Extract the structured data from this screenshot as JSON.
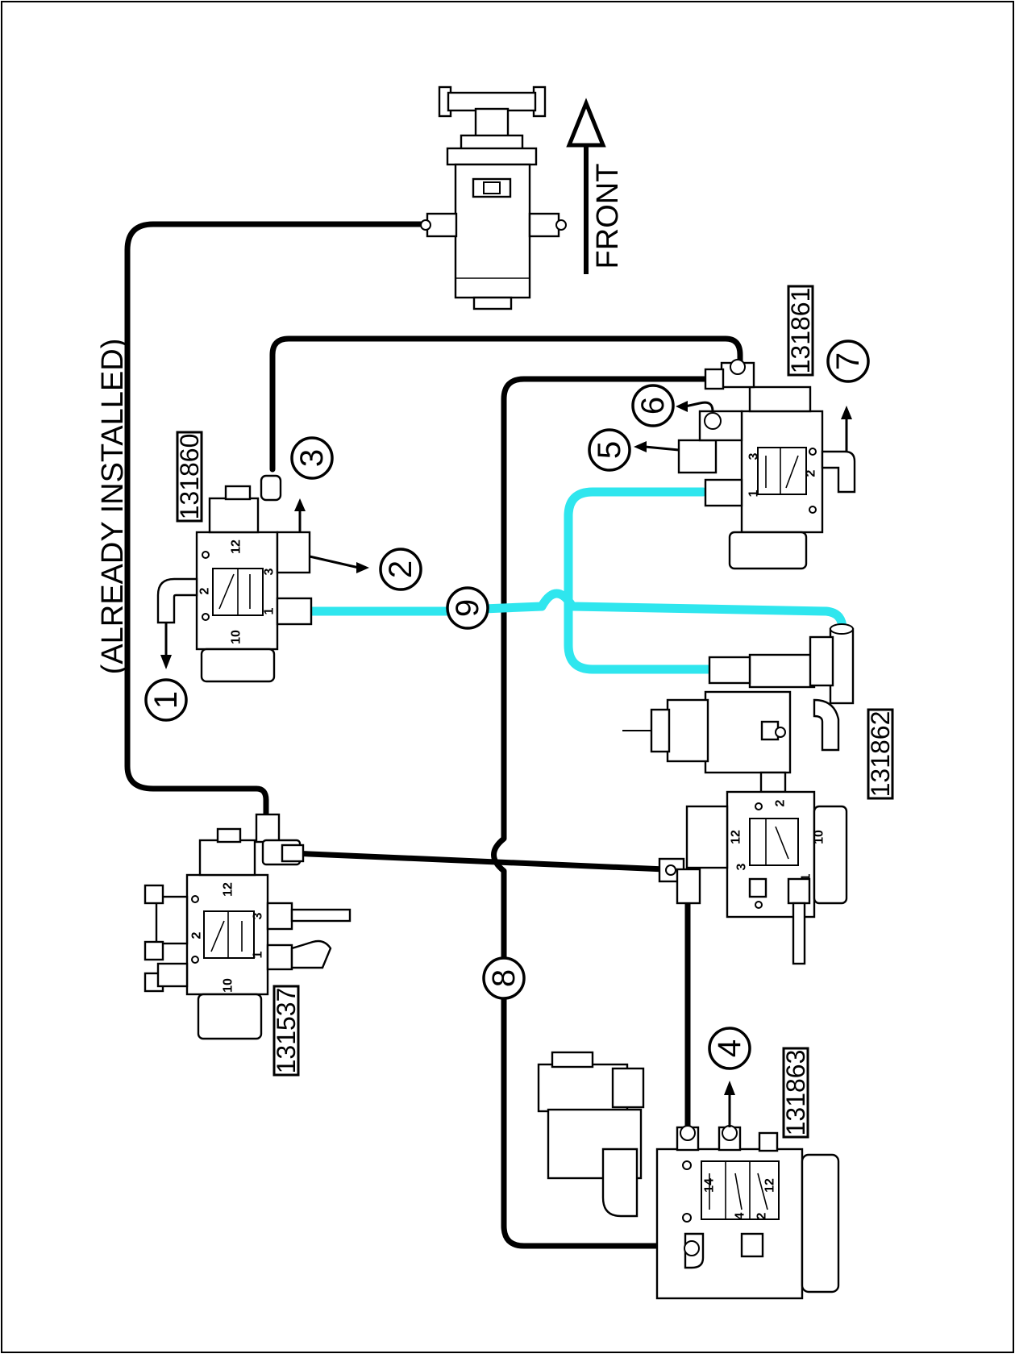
{
  "labels": {
    "already_installed": "(ALREADY INSTALLED)",
    "front": "FRONT"
  },
  "part_numbers": {
    "p131860": "131860",
    "p131861": "131861",
    "p131862": "131862",
    "p131537": "131537",
    "p131863": "131863"
  },
  "callouts": {
    "c1": "1",
    "c2": "2",
    "c3": "3",
    "c4": "4",
    "c5": "5",
    "c6": "6",
    "c7": "7",
    "c8": "8",
    "c9": "9"
  },
  "ports": {
    "p1": "1",
    "p2": "2",
    "p3": "3",
    "p4": "4",
    "p12": "12",
    "p14": "14",
    "p10": "10"
  },
  "colors": {
    "cyan_tube": "#2fe6ee",
    "black_tube": "#000000",
    "background": "#ffffff"
  }
}
